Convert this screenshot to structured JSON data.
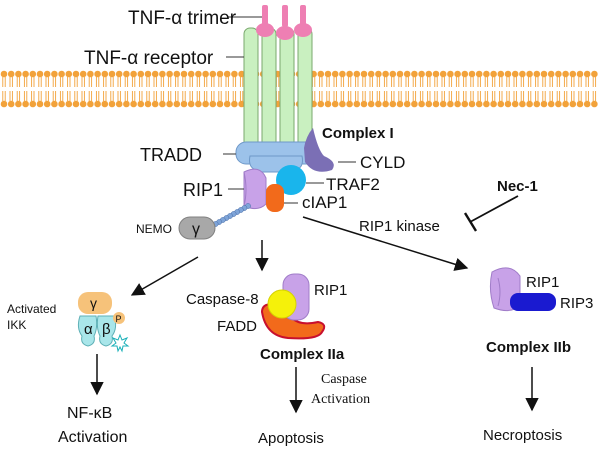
{
  "labels": {
    "tnf_trimer": "TNF-α trimer",
    "tnf_receptor": "TNF-α receptor",
    "complex_i": "Complex I",
    "tradd": "TRADD",
    "cyld": "CYLD",
    "rip1": "RIP1",
    "traf2": "TRAF2",
    "ciap1": "cIAP1",
    "nemo": "NEMO",
    "gamma": "γ",
    "nec1": "Nec-1",
    "rip1_kinase": "RIP1 kinase",
    "activated": "Activated",
    "ikk": "IKK",
    "alpha": "α",
    "beta": "β",
    "p": "P",
    "caspase8": "Caspase-8",
    "rip1_iia": "RIP1",
    "fadd": "FADD",
    "complex_iia": "Complex IIa",
    "caspase": "Caspase",
    "activation": "Activation",
    "rip1_iib": "RIP1",
    "rip3": "RIP3",
    "complex_iib": "Complex IIb",
    "nfkb": "NF-κB",
    "nfkb_activation": "Activation",
    "apoptosis": "Apoptosis",
    "necroptosis": "Necroptosis"
  },
  "colors": {
    "membrane": "#f2a23a",
    "tnf": "#ee7fb3",
    "receptor": "#c9f0c0",
    "tradd": "#9cc2ea",
    "cyld": "#7b6fb5",
    "rip1": "#c8a2e8",
    "traf2": "#19b5ec",
    "ciap1": "#f26a1b",
    "nemo": "#a8a8a8",
    "ikk_gamma": "#f6c27a",
    "ikk_ab": "#a9e6ea",
    "caspase8": "#f5f10a",
    "fadd": "#f26a1b",
    "fadd_edge": "#c8102e",
    "rip3": "#1a1ad0",
    "ubiquitin": "#7ea4d8"
  }
}
